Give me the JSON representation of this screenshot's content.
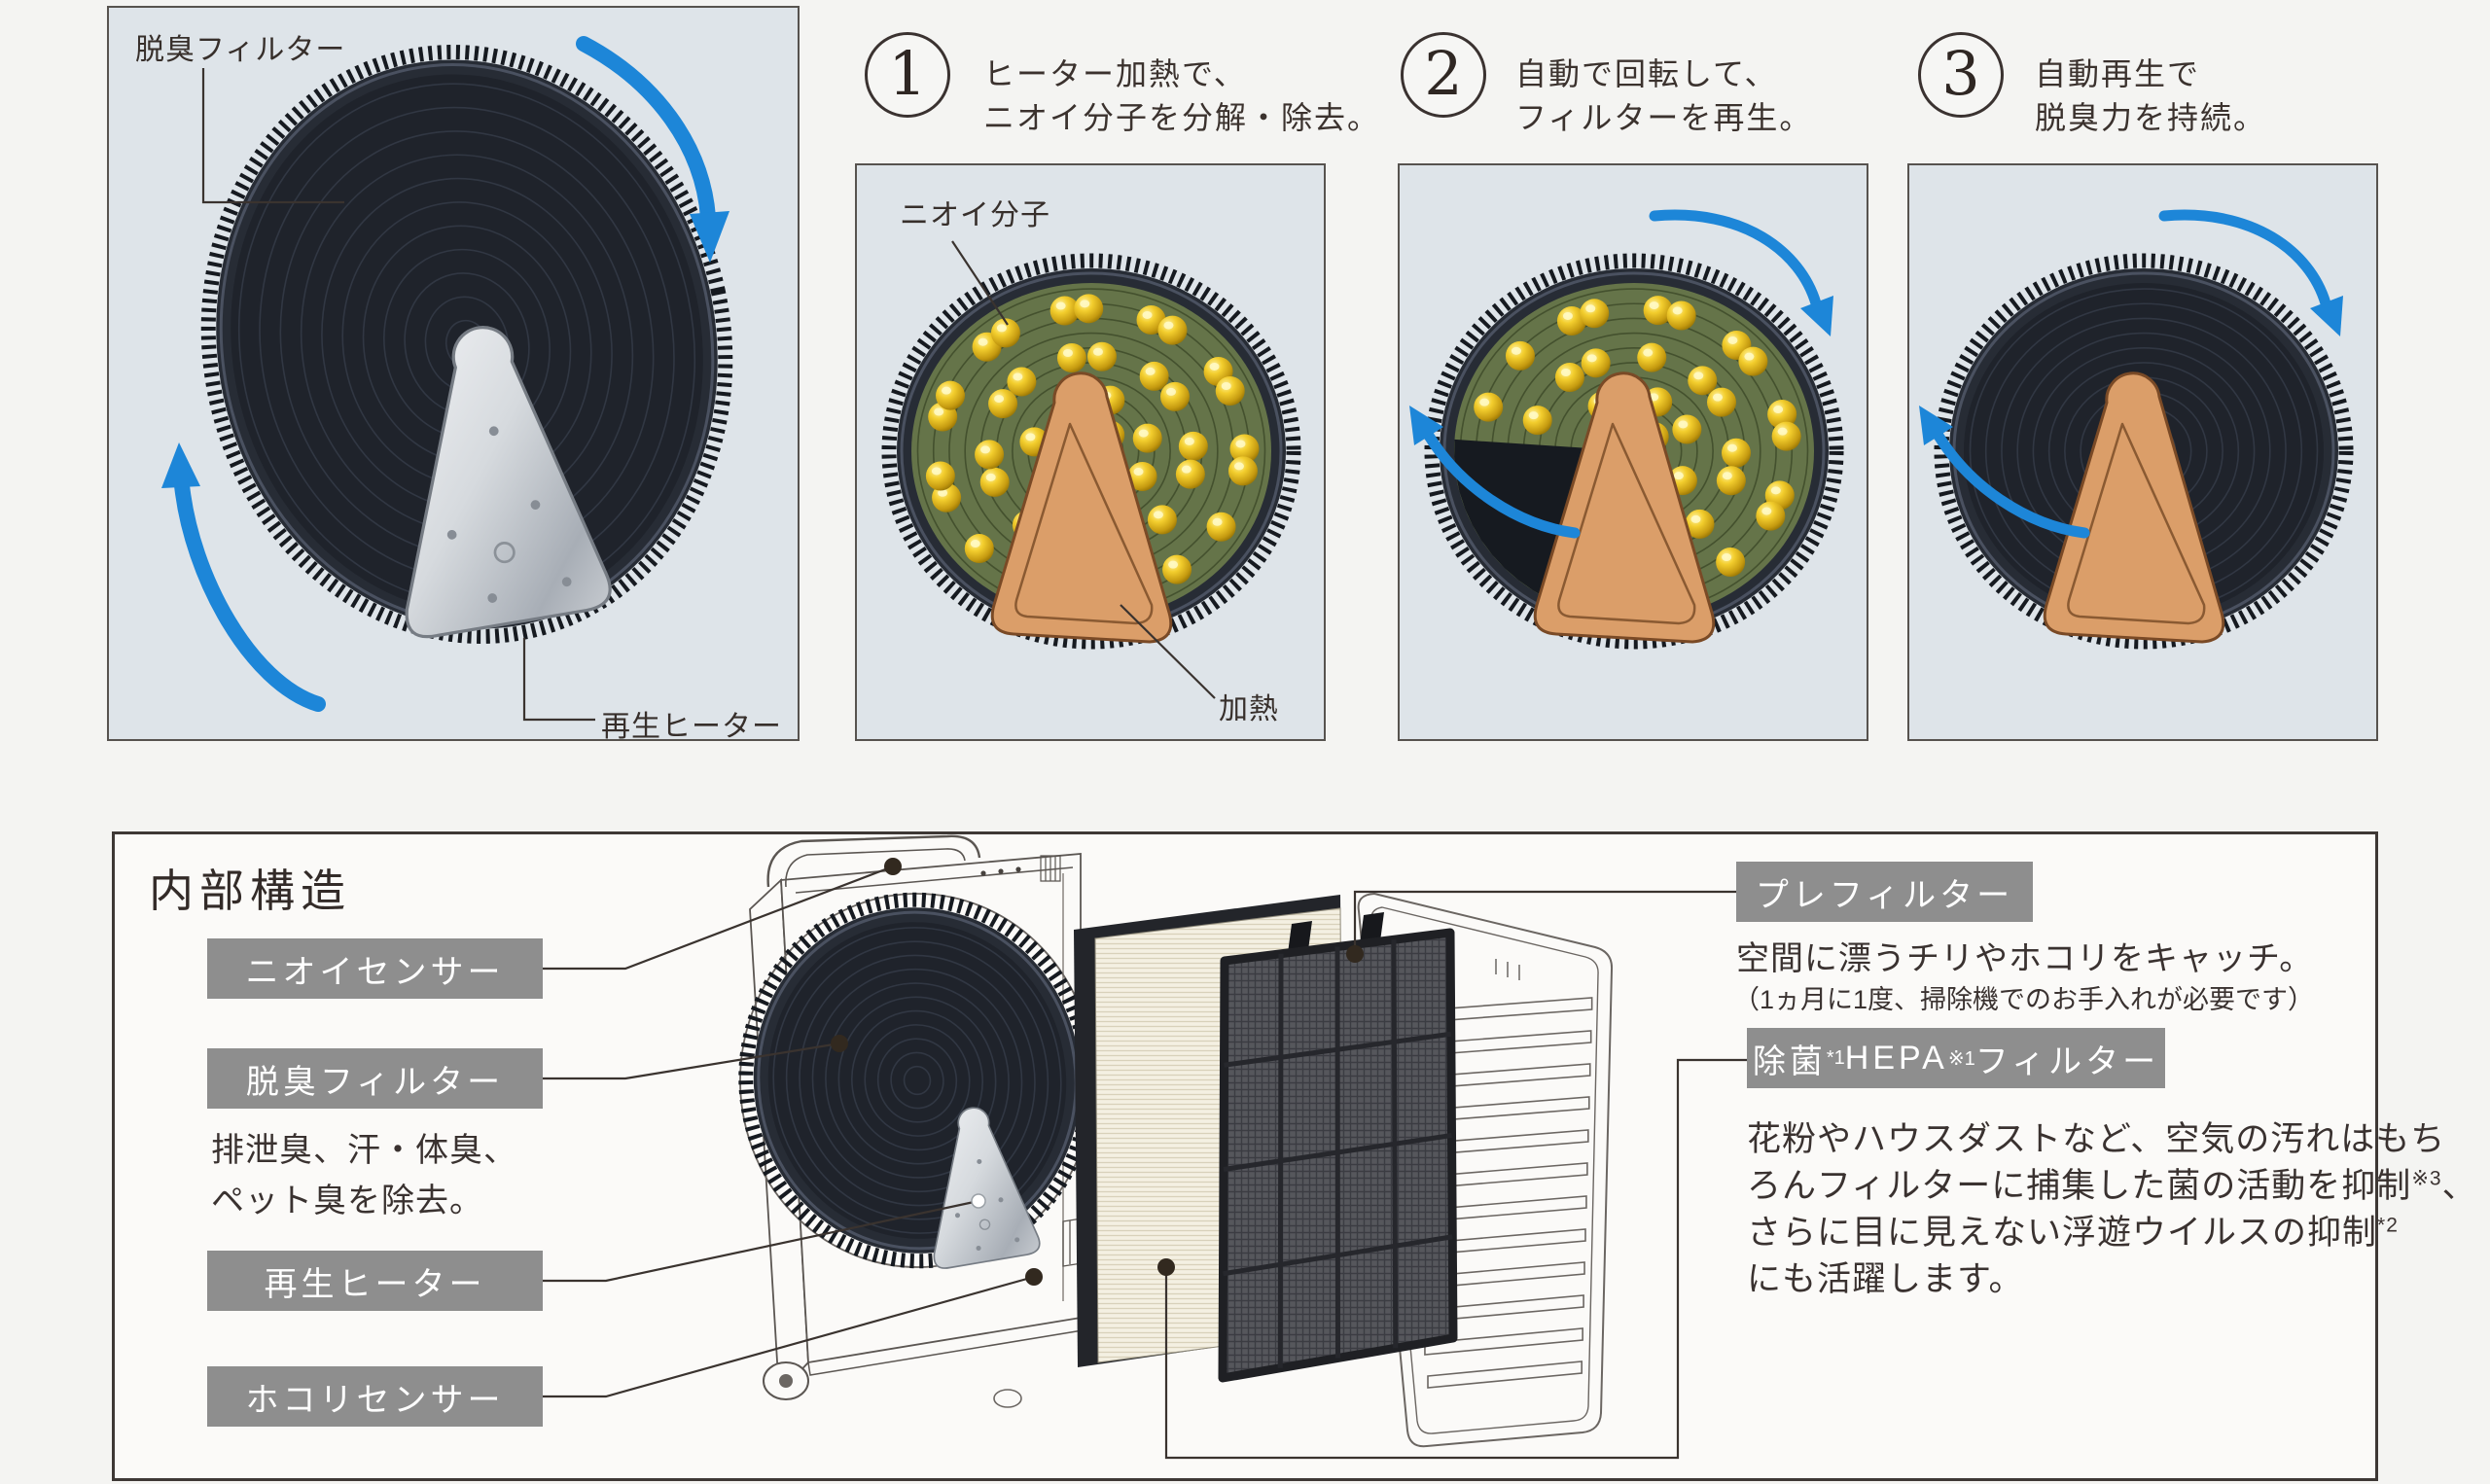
{
  "colors": {
    "accent_blue": "#1d86d8",
    "label_box_gray": "#8e8e8e",
    "panel_bg": "#dee4e9"
  },
  "filter_panel": {
    "deodorizing_filter": "脱臭フィルター",
    "regen_heater": "再生ヒーター"
  },
  "steps": [
    {
      "number": "1",
      "line1": "ヒーター加熱で、",
      "line2": "ニオイ分子を分解・除去。",
      "odor_label": "ニオイ分子",
      "heat_label": "加熱"
    },
    {
      "number": "2",
      "line1": "自動で回転して、",
      "line2": "フィルターを再生。"
    },
    {
      "number": "3",
      "line1": "自動再生で",
      "line2": "脱臭力を持続。"
    }
  ],
  "internal": {
    "title": "内部構造",
    "boxes": {
      "odor_sensor": "ニオイセンサー",
      "deodor_filter": "脱臭フィルター",
      "regen_heater": "再生ヒーター",
      "dust_sensor": "ホコリセンサー"
    },
    "deodor_desc": [
      "排泄臭、汗・体臭、",
      "ペット臭を除去。"
    ],
    "prefilter": {
      "label": "プレフィルター",
      "desc": "空間に漂うチリやホコリをキャッチ。",
      "note": "（1ヵ月に1度、掃除機でのお手入れが必要です）"
    },
    "hepa": {
      "la": "除菌",
      "sup1": "*1",
      "lb": "HEPA",
      "sup2": "※1",
      "lc": "フィルター",
      "d1": "花粉やハウスダストなど、空気の汚れはもち",
      "d2a": "ろんフィルターに捕集した菌の活動を抑制",
      "d2sup": "※3",
      "d2b": "、",
      "d3a": "さらに目に見えない浮遊ウイルスの抑制",
      "d3sup": "*2",
      "d4": "にも活躍します。"
    }
  }
}
